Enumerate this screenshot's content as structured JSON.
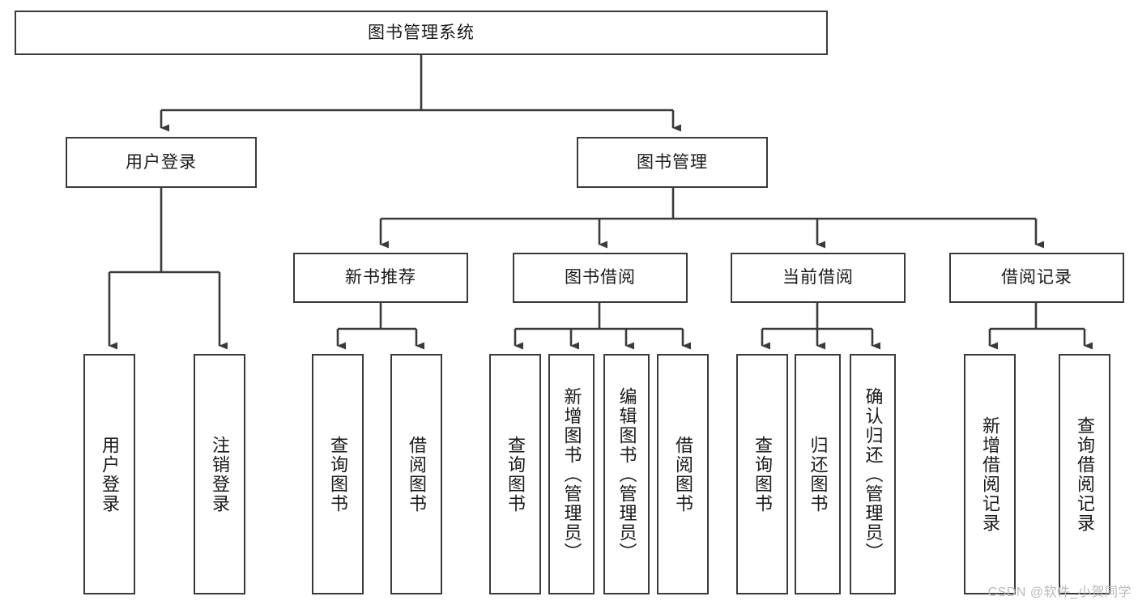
{
  "diagram": {
    "title": "图书管理系统",
    "watermark": "CSDN @软件_小贺同学",
    "root": {
      "label": "图书管理系统"
    },
    "level2": [
      {
        "label": "用户登录"
      },
      {
        "label": "图书管理"
      }
    ],
    "level3": [
      {
        "label": "新书推荐"
      },
      {
        "label": "图书借阅"
      },
      {
        "label": "当前借阅"
      },
      {
        "label": "借阅记录"
      }
    ],
    "leaves": {
      "user_login": [
        {
          "label": "用户登录"
        },
        {
          "label": "注销登录"
        }
      ],
      "new_book": [
        {
          "label": "查询图书"
        },
        {
          "label": "借阅图书"
        }
      ],
      "book_borrow": [
        {
          "label": "查询图书"
        },
        {
          "label": "新增图书（管理员）"
        },
        {
          "label": "编辑图书（管理员）"
        },
        {
          "label": "借阅图书"
        }
      ],
      "current_borrow": [
        {
          "label": "查询图书"
        },
        {
          "label": "归还图书"
        },
        {
          "label": "确认归还（管理员）"
        }
      ],
      "borrow_record": [
        {
          "label": "新增借阅记录"
        },
        {
          "label": "查询借阅记录"
        }
      ]
    },
    "colors": {
      "stroke": "#3a3a3a",
      "fill": "#ffffff",
      "text": "#1a1a1a",
      "watermark": "#b9b9b9"
    }
  }
}
